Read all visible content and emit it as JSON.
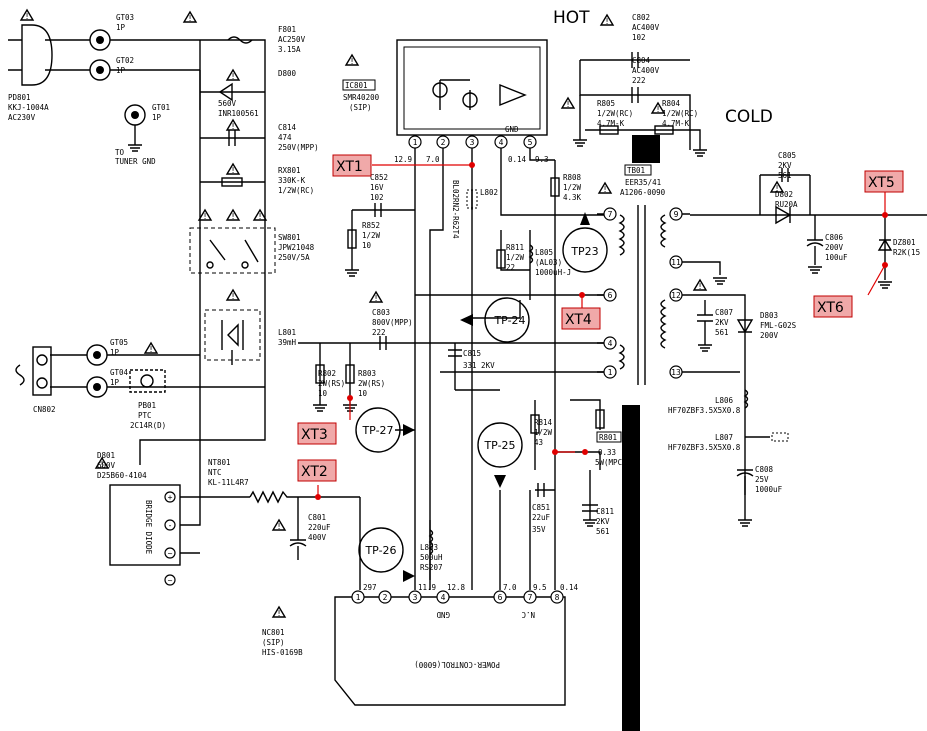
{
  "headings": {
    "hot": "HOT",
    "cold": "COLD"
  },
  "labels": [
    {
      "k": "p1",
      "t": "PD801"
    },
    {
      "k": "p2",
      "t": "KKJ-1004A"
    },
    {
      "k": "p3",
      "t": "AC230V"
    },
    {
      "k": "g1",
      "t": "GT03"
    },
    {
      "k": "g1b",
      "t": "1P"
    },
    {
      "k": "g2",
      "t": "GT02"
    },
    {
      "k": "g2b",
      "t": "1P"
    },
    {
      "k": "g3",
      "t": "GT01"
    },
    {
      "k": "g3b",
      "t": "1P"
    },
    {
      "k": "tun1",
      "t": "TO"
    },
    {
      "k": "tun2",
      "t": "TUNER GND"
    },
    {
      "k": "f1",
      "t": "F801"
    },
    {
      "k": "f2",
      "t": "AC250V"
    },
    {
      "k": "f3",
      "t": "3.15A"
    },
    {
      "k": "d800",
      "t": "D800"
    },
    {
      "k": "v1",
      "t": "560V"
    },
    {
      "k": "v2",
      "t": "INR100561"
    },
    {
      "k": "c814a",
      "t": "C814"
    },
    {
      "k": "c814b",
      "t": "474"
    },
    {
      "k": "c814c",
      "t": "250V(MPP)"
    },
    {
      "k": "rx1",
      "t": "RX801"
    },
    {
      "k": "rx2",
      "t": "330K-K"
    },
    {
      "k": "rx3",
      "t": "1/2W(RC)"
    },
    {
      "k": "sw1",
      "t": "SW801"
    },
    {
      "k": "sw2",
      "t": "JPW21048"
    },
    {
      "k": "sw3",
      "t": "250V/5A"
    },
    {
      "k": "l801a",
      "t": "L801"
    },
    {
      "k": "l801b",
      "t": "39mH"
    },
    {
      "k": "g5",
      "t": "GT05"
    },
    {
      "k": "g5b",
      "t": "1P"
    },
    {
      "k": "g4",
      "t": "GT04"
    },
    {
      "k": "g4b",
      "t": "1P"
    },
    {
      "k": "cn",
      "t": "CN802"
    },
    {
      "k": "pb1",
      "t": "PB01"
    },
    {
      "k": "pb2",
      "t": "PTC"
    },
    {
      "k": "pb3",
      "t": "2C14R(D)"
    },
    {
      "k": "d801a",
      "t": "D801"
    },
    {
      "k": "d801b",
      "t": "600V"
    },
    {
      "k": "d801c",
      "t": "D25B60-4104"
    },
    {
      "k": "nt1",
      "t": "NT801"
    },
    {
      "k": "nt2",
      "t": "NTC"
    },
    {
      "k": "nt3",
      "t": "KL-11L4R7"
    },
    {
      "k": "c801a",
      "t": "C801"
    },
    {
      "k": "c801b",
      "t": "220uF"
    },
    {
      "k": "c801c",
      "t": "400V"
    },
    {
      "k": "nc1",
      "t": "NC801"
    },
    {
      "k": "nc2",
      "t": "(SIP)"
    },
    {
      "k": "nc3",
      "t": "HIS-0169B"
    },
    {
      "k": "ic1",
      "t": "IC801"
    },
    {
      "k": "ic2",
      "t": "SMR40200"
    },
    {
      "k": "ic3",
      "t": "(SIP)"
    },
    {
      "k": "icgnd",
      "t": "GND"
    },
    {
      "k": "c852a",
      "t": "C852"
    },
    {
      "k": "c852b",
      "t": "16V"
    },
    {
      "k": "c852c",
      "t": "102"
    },
    {
      "k": "r852a",
      "t": "R852"
    },
    {
      "k": "r852b",
      "t": "1/2W"
    },
    {
      "k": "r852c",
      "t": "10"
    },
    {
      "k": "l802",
      "t": "L802"
    },
    {
      "k": "bl",
      "t": "BL02RN2-R62T4"
    },
    {
      "k": "r811a",
      "t": "R811"
    },
    {
      "k": "r811b",
      "t": "1/2W"
    },
    {
      "k": "r811c",
      "t": "22"
    },
    {
      "k": "l805a",
      "t": "L805"
    },
    {
      "k": "l805b",
      "t": "(AL03)"
    },
    {
      "k": "l805c",
      "t": "1000uH-J"
    },
    {
      "k": "r808a",
      "t": "R808"
    },
    {
      "k": "r808b",
      "t": "1/2W"
    },
    {
      "k": "r808c",
      "t": "4.3K"
    },
    {
      "k": "c802a",
      "t": "C802"
    },
    {
      "k": "c802b",
      "t": "AC400V"
    },
    {
      "k": "c802c",
      "t": "102"
    },
    {
      "k": "c804a",
      "t": "C804"
    },
    {
      "k": "c804b",
      "t": "AC400V"
    },
    {
      "k": "c804c",
      "t": "222"
    },
    {
      "k": "r805a",
      "t": "R805"
    },
    {
      "k": "r805b",
      "t": "1/2W(RC)"
    },
    {
      "k": "r805c",
      "t": "4.7M-K"
    },
    {
      "k": "r804a",
      "t": "R804"
    },
    {
      "k": "r804b",
      "t": "1/2W(RC)"
    },
    {
      "k": "r804c",
      "t": "4.7M-K"
    },
    {
      "k": "tb1",
      "t": "TB01"
    },
    {
      "k": "tb2",
      "t": "EER35/41"
    },
    {
      "k": "tb3",
      "t": "A1206-0090"
    },
    {
      "k": "c805a",
      "t": "C805"
    },
    {
      "k": "c805b",
      "t": "2KV"
    },
    {
      "k": "c805c",
      "t": "561"
    },
    {
      "k": "d802a",
      "t": "D802"
    },
    {
      "k": "d802b",
      "t": "RU20A"
    },
    {
      "k": "c806a",
      "t": "C806"
    },
    {
      "k": "c806b",
      "t": "200V"
    },
    {
      "k": "c806c",
      "t": "100uF"
    },
    {
      "k": "dz1",
      "t": "DZ801"
    },
    {
      "k": "dz2",
      "t": "R2K(15"
    },
    {
      "k": "c807a",
      "t": "C807"
    },
    {
      "k": "c807b",
      "t": "2KV"
    },
    {
      "k": "c807c",
      "t": "561"
    },
    {
      "k": "d803a",
      "t": "D803"
    },
    {
      "k": "d803b",
      "t": "FML-G02S"
    },
    {
      "k": "d803c",
      "t": "200V"
    },
    {
      "k": "l806",
      "t": "L806"
    },
    {
      "k": "hf1",
      "t": "HF70ZBF3.5X5X0.8"
    },
    {
      "k": "l807",
      "t": "L807"
    },
    {
      "k": "hf2",
      "t": "HF70ZBF3.5X5X0.8"
    },
    {
      "k": "c808a",
      "t": "C808"
    },
    {
      "k": "c808b",
      "t": "25V"
    },
    {
      "k": "c808c",
      "t": "1000uF"
    },
    {
      "k": "c803a",
      "t": "C803"
    },
    {
      "k": "c803b",
      "t": "800V(MPP)"
    },
    {
      "k": "c803c",
      "t": "222"
    },
    {
      "k": "c815a",
      "t": "C815"
    },
    {
      "k": "c815b",
      "t": "331 2KV"
    },
    {
      "k": "r802a",
      "t": "R802"
    },
    {
      "k": "r802b",
      "t": "2W(RS)"
    },
    {
      "k": "r802c",
      "t": "10"
    },
    {
      "k": "r803a",
      "t": "R803"
    },
    {
      "k": "r803b",
      "t": "2W(RS)"
    },
    {
      "k": "r803c",
      "t": "10"
    },
    {
      "k": "r814a",
      "t": "R814"
    },
    {
      "k": "r814b",
      "t": "1/2W"
    },
    {
      "k": "r814c",
      "t": "43"
    },
    {
      "k": "r801a",
      "t": "R801"
    },
    {
      "k": "r801b",
      "t": "0.33"
    },
    {
      "k": "r801c",
      "t": "5W(MPC)"
    },
    {
      "k": "c851a",
      "t": "C851"
    },
    {
      "k": "c851b",
      "t": "22uF"
    },
    {
      "k": "c851c",
      "t": "35V"
    },
    {
      "k": "c811a",
      "t": "C811"
    },
    {
      "k": "c811b",
      "t": "2KV"
    },
    {
      "k": "c811c",
      "t": "561"
    },
    {
      "k": "l803a",
      "t": "L803"
    },
    {
      "k": "l803b",
      "t": "500uH"
    },
    {
      "k": "l803c",
      "t": "RS207"
    },
    {
      "k": "v129",
      "t": "12.9"
    },
    {
      "k": "v70",
      "t": "7.0"
    },
    {
      "k": "v014",
      "t": "0.14"
    },
    {
      "k": "v93",
      "t": "9.3"
    },
    {
      "k": "v297",
      "t": "297"
    },
    {
      "k": "v119",
      "t": "11.9"
    },
    {
      "k": "v128",
      "t": "12.8"
    },
    {
      "k": "v70b",
      "t": "7.0"
    },
    {
      "k": "v95",
      "t": "9.5"
    },
    {
      "k": "v014b",
      "t": "0.14"
    },
    {
      "k": "pcgnd",
      "t": "GND"
    },
    {
      "k": "pcnc",
      "t": "N.C"
    },
    {
      "k": "pc",
      "t": "POWER-CONTROL(6000)"
    }
  ],
  "testpoints": [
    {
      "k": "tp23",
      "t": "TP23"
    },
    {
      "k": "tp24",
      "t": "TP-24"
    },
    {
      "k": "tp27",
      "t": "TP-27"
    },
    {
      "k": "tp25",
      "t": "TP-25"
    },
    {
      "k": "tp26",
      "t": "TP-26"
    }
  ],
  "markers": [
    {
      "k": "xt1",
      "t": "XT1"
    },
    {
      "k": "xt2",
      "t": "XT2"
    },
    {
      "k": "xt3",
      "t": "XT3"
    },
    {
      "k": "xt4",
      "t": "XT4"
    },
    {
      "k": "xt5",
      "t": "XT5"
    },
    {
      "k": "xt6",
      "t": "XT6"
    }
  ],
  "ic_pins": [
    "1",
    "2",
    "3",
    "4",
    "5"
  ],
  "tb_pins": [
    "7",
    "6",
    "4",
    "1",
    "9",
    "11",
    "12",
    "13"
  ],
  "pc_pins": [
    "1",
    "2",
    "3",
    "4",
    "6",
    "7",
    "8"
  ],
  "bridge": {
    "label": "BRIDGE DIODE",
    "pins": [
      "+",
      "-",
      "~",
      "~"
    ]
  },
  "warning": "!",
  "colors": {
    "marker_fill": "#f0a9a9",
    "marker_border": "#c00000",
    "marker_line": "#e00000"
  }
}
